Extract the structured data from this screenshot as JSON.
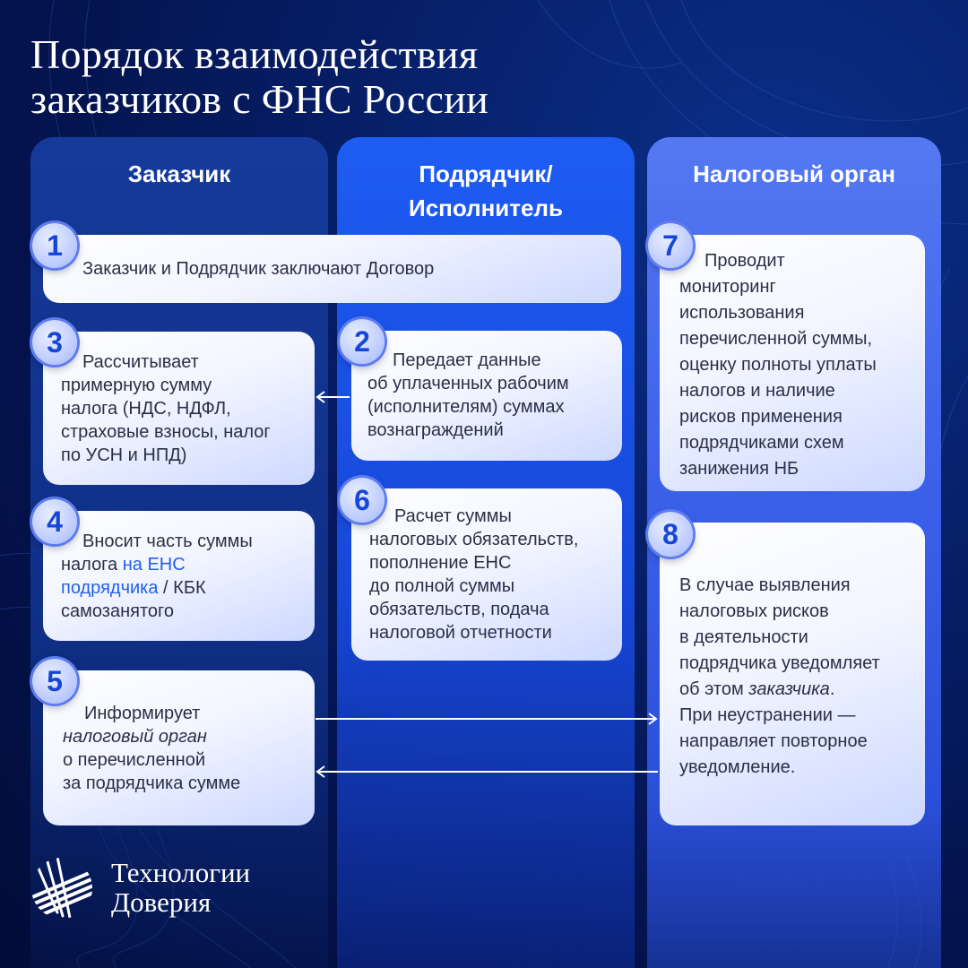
{
  "title": [
    "Порядок взаимодействия",
    "заказчиков с ФНС России"
  ],
  "columns": {
    "customer": "Заказчик",
    "contractor": [
      "Подрядчик/",
      "Исполнитель"
    ],
    "tax": "Налоговый орган"
  },
  "steps": {
    "s1": {
      "num": "1",
      "text": "Заказчик и Подрядчик заключают Договор"
    },
    "s2": {
      "num": "2",
      "text": "Передает данные\nоб уплаченных рабочим\n(исполнителям) суммах\nвознаграждений"
    },
    "s3": {
      "num": "3",
      "text": "Рассчитывает\nпримерную сумму\nналога (НДС, НДФЛ,\nстраховые взносы, налог\nпо УСН и НПД)"
    },
    "s4": {
      "num": "4",
      "text_a": "Вносит часть суммы\nналога ",
      "text_link": "на ЕНС\nподрядчика",
      "text_b": " / КБК\nсамозанятого"
    },
    "s5": {
      "num": "5",
      "line1": "Информирует",
      "line2_italic": "налоговый орган",
      "line3": "о перечисленной\nза подрядчика сумме"
    },
    "s6": {
      "num": "6",
      "text": "Расчет суммы\nналоговых обязательств,\nпополнение ЕНС\nдо полной суммы\nобязательств, подача\nналоговой отчетности"
    },
    "s7": {
      "num": "7",
      "text": "Проводит\nмониторинг\nиспользования\nперечисленной суммы,\nоценку полноты уплаты\nналогов и наличие\nрисков применения\nподрядчиками схем\nзанижения НБ"
    },
    "s8": {
      "num": "8",
      "text_a": "В случае выявления\nналоговых рисков\nв деятельности\nподрядчика уведомляет\nоб этом ",
      "text_italic": "заказчика",
      "text_b": ".\nПри неустранении —\nнаправляет повторное\nуведомление."
    }
  },
  "logo": {
    "line1": "Технологии",
    "line2": "Доверия",
    "icon": "trust-technologies-logo-icon"
  },
  "colors": {
    "accent": "#2160e8",
    "number": "#1546d8",
    "text": "#2b2f45"
  }
}
